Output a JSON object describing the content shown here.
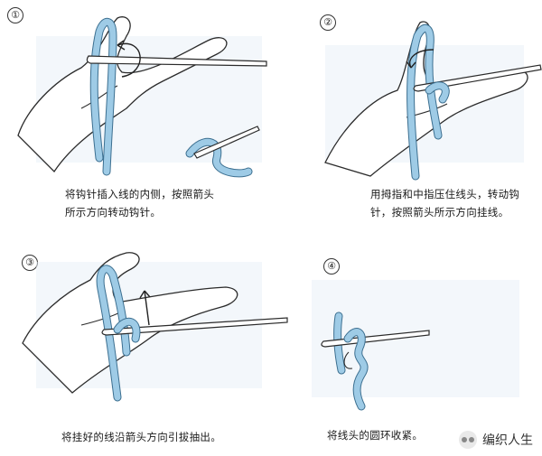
{
  "steps": [
    {
      "number": "①",
      "caption_line1": "将钩针插入线的内侧，按照箭头",
      "caption_line2": "所示方向转动钩针。"
    },
    {
      "number": "②",
      "caption_line1": "用拇指和中指压住线头，转动钩",
      "caption_line2": "针，按照箭头所示方向挂线。"
    },
    {
      "number": "③",
      "caption_line1": "将挂好的线沿箭头方向引拔抽出。",
      "caption_line2": ""
    },
    {
      "number": "④",
      "caption_line1": "将线头的圆环收紧。",
      "caption_line2": ""
    }
  ],
  "watermark": {
    "text": "编织人生",
    "icon": "wechat-icon"
  },
  "colors": {
    "yarn": "#9ecbe6",
    "yarn_outline": "#3c6f90",
    "background": "#ffffff"
  }
}
